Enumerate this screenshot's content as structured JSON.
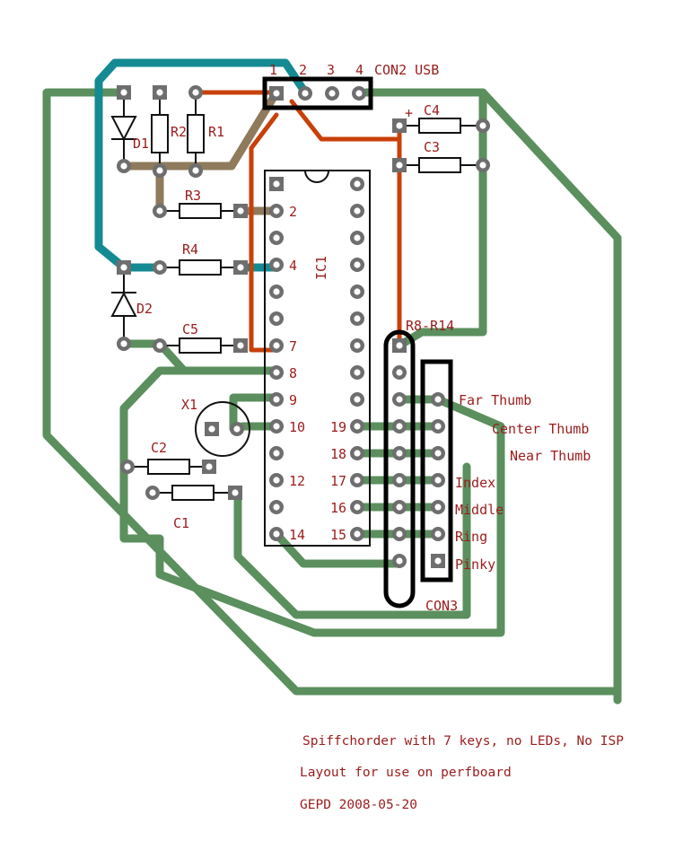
{
  "title_lines": [
    "Spiffchorder with 7 keys, no LEDs, No ISP",
    "Layout for use on perfboard",
    "GEPD 2008-05-20"
  ],
  "components": {
    "d1": "D1",
    "d2": "D2",
    "r1": "R1",
    "r2": "R2",
    "r3": "R3",
    "r4": "R4",
    "r8_r14": "R8-R14",
    "c1": "C1",
    "c2": "C2",
    "c3": "C3",
    "c4": "C4",
    "c5": "C5",
    "x1": "X1",
    "ic1": "IC1",
    "con2": "CON2 USB",
    "con3": "CON3",
    "c4_plus": "+"
  },
  "con2_pins": [
    "1",
    "2",
    "3",
    "4"
  ],
  "ic_pins_left": [
    "2",
    "4",
    "7",
    "8",
    "9",
    "10",
    "12",
    "14"
  ],
  "ic_pins_right": [
    "19",
    "18",
    "17",
    "16",
    "15"
  ],
  "keys": [
    "Far Thumb",
    "Center Thumb",
    "Near Thumb",
    "Index",
    "Middle",
    "Ring",
    "Pinky"
  ],
  "colors": {
    "ground_trace": "#5b8f5e",
    "usb_trace": "#148a92",
    "data_trace": "#8f7a5d",
    "power_trace": "#c8400a",
    "labels": "#9b1c1c"
  }
}
